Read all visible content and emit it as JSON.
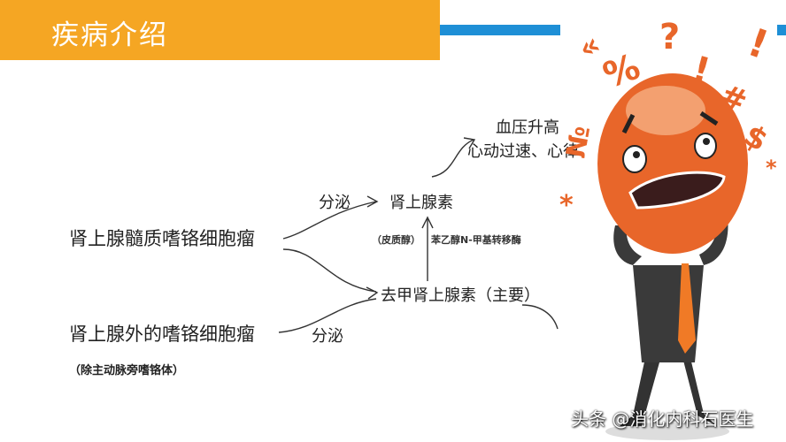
{
  "header": {
    "title": "疾病介绍",
    "accent_color": "#f5a623",
    "stripe_color": "#1e8fd6"
  },
  "diagram": {
    "source_1": "肾上腺髓质嗜铬细胞瘤",
    "source_2": "肾上腺外的嗜铬细胞瘤",
    "source_2_note": "（除主动脉旁嗜铬体）",
    "secrete_1": "分泌",
    "secrete_2": "分泌",
    "epinephrine": "肾上腺素",
    "norepinephrine": "去甲肾上腺素（主要）",
    "cofactor": "（皮质醇）",
    "enzyme": "苯乙醇N-甲基转移酶",
    "effect_1": "血压升高",
    "effect_2": "心动过速、心律"
  },
  "illustration": {
    "subject": "stressed-cartoon-man",
    "symbols": [
      "«",
      "%",
      "?",
      "!",
      "!",
      "#",
      "$",
      "№",
      "*",
      "*"
    ]
  },
  "watermark": "头条 @消化内科石医生"
}
